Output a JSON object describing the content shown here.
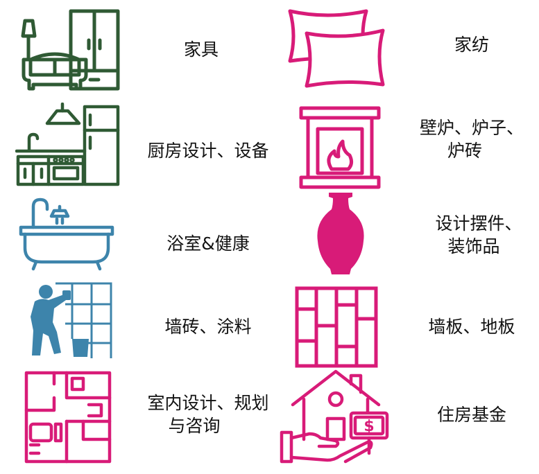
{
  "colors": {
    "green": "#2f5a34",
    "magenta": "#d81b78",
    "blue": "#3d84ab",
    "text": "#111111"
  },
  "categories": [
    {
      "id": "furniture",
      "icon": "sofa-wardrobe-icon",
      "lines": [
        "家具"
      ]
    },
    {
      "id": "home-textiles",
      "icon": "pillows-icon",
      "lines": [
        "家纺"
      ]
    },
    {
      "id": "kitchen",
      "icon": "kitchen-icon",
      "lines": [
        "厨房设计、设备"
      ]
    },
    {
      "id": "fireplace",
      "icon": "fireplace-icon",
      "lines": [
        "壁炉、炉子、",
        "炉砖"
      ]
    },
    {
      "id": "bathroom",
      "icon": "bathtub-icon",
      "lines": [
        "浴室&健康"
      ]
    },
    {
      "id": "decor",
      "icon": "vase-icon",
      "lines": [
        "设计摆件、",
        "装饰品"
      ]
    },
    {
      "id": "tiles-paint",
      "icon": "worker-tiling-icon",
      "lines": [
        "墙砖、涂料"
      ]
    },
    {
      "id": "flooring",
      "icon": "wood-planks-icon",
      "lines": [
        "墙板、地板"
      ]
    },
    {
      "id": "interior-design",
      "icon": "floor-plan-icon",
      "lines": [
        "室内设计、规划",
        "与咨询"
      ]
    },
    {
      "id": "housing-fund",
      "icon": "house-money-hand-icon",
      "lines": [
        "住房基金"
      ]
    }
  ]
}
